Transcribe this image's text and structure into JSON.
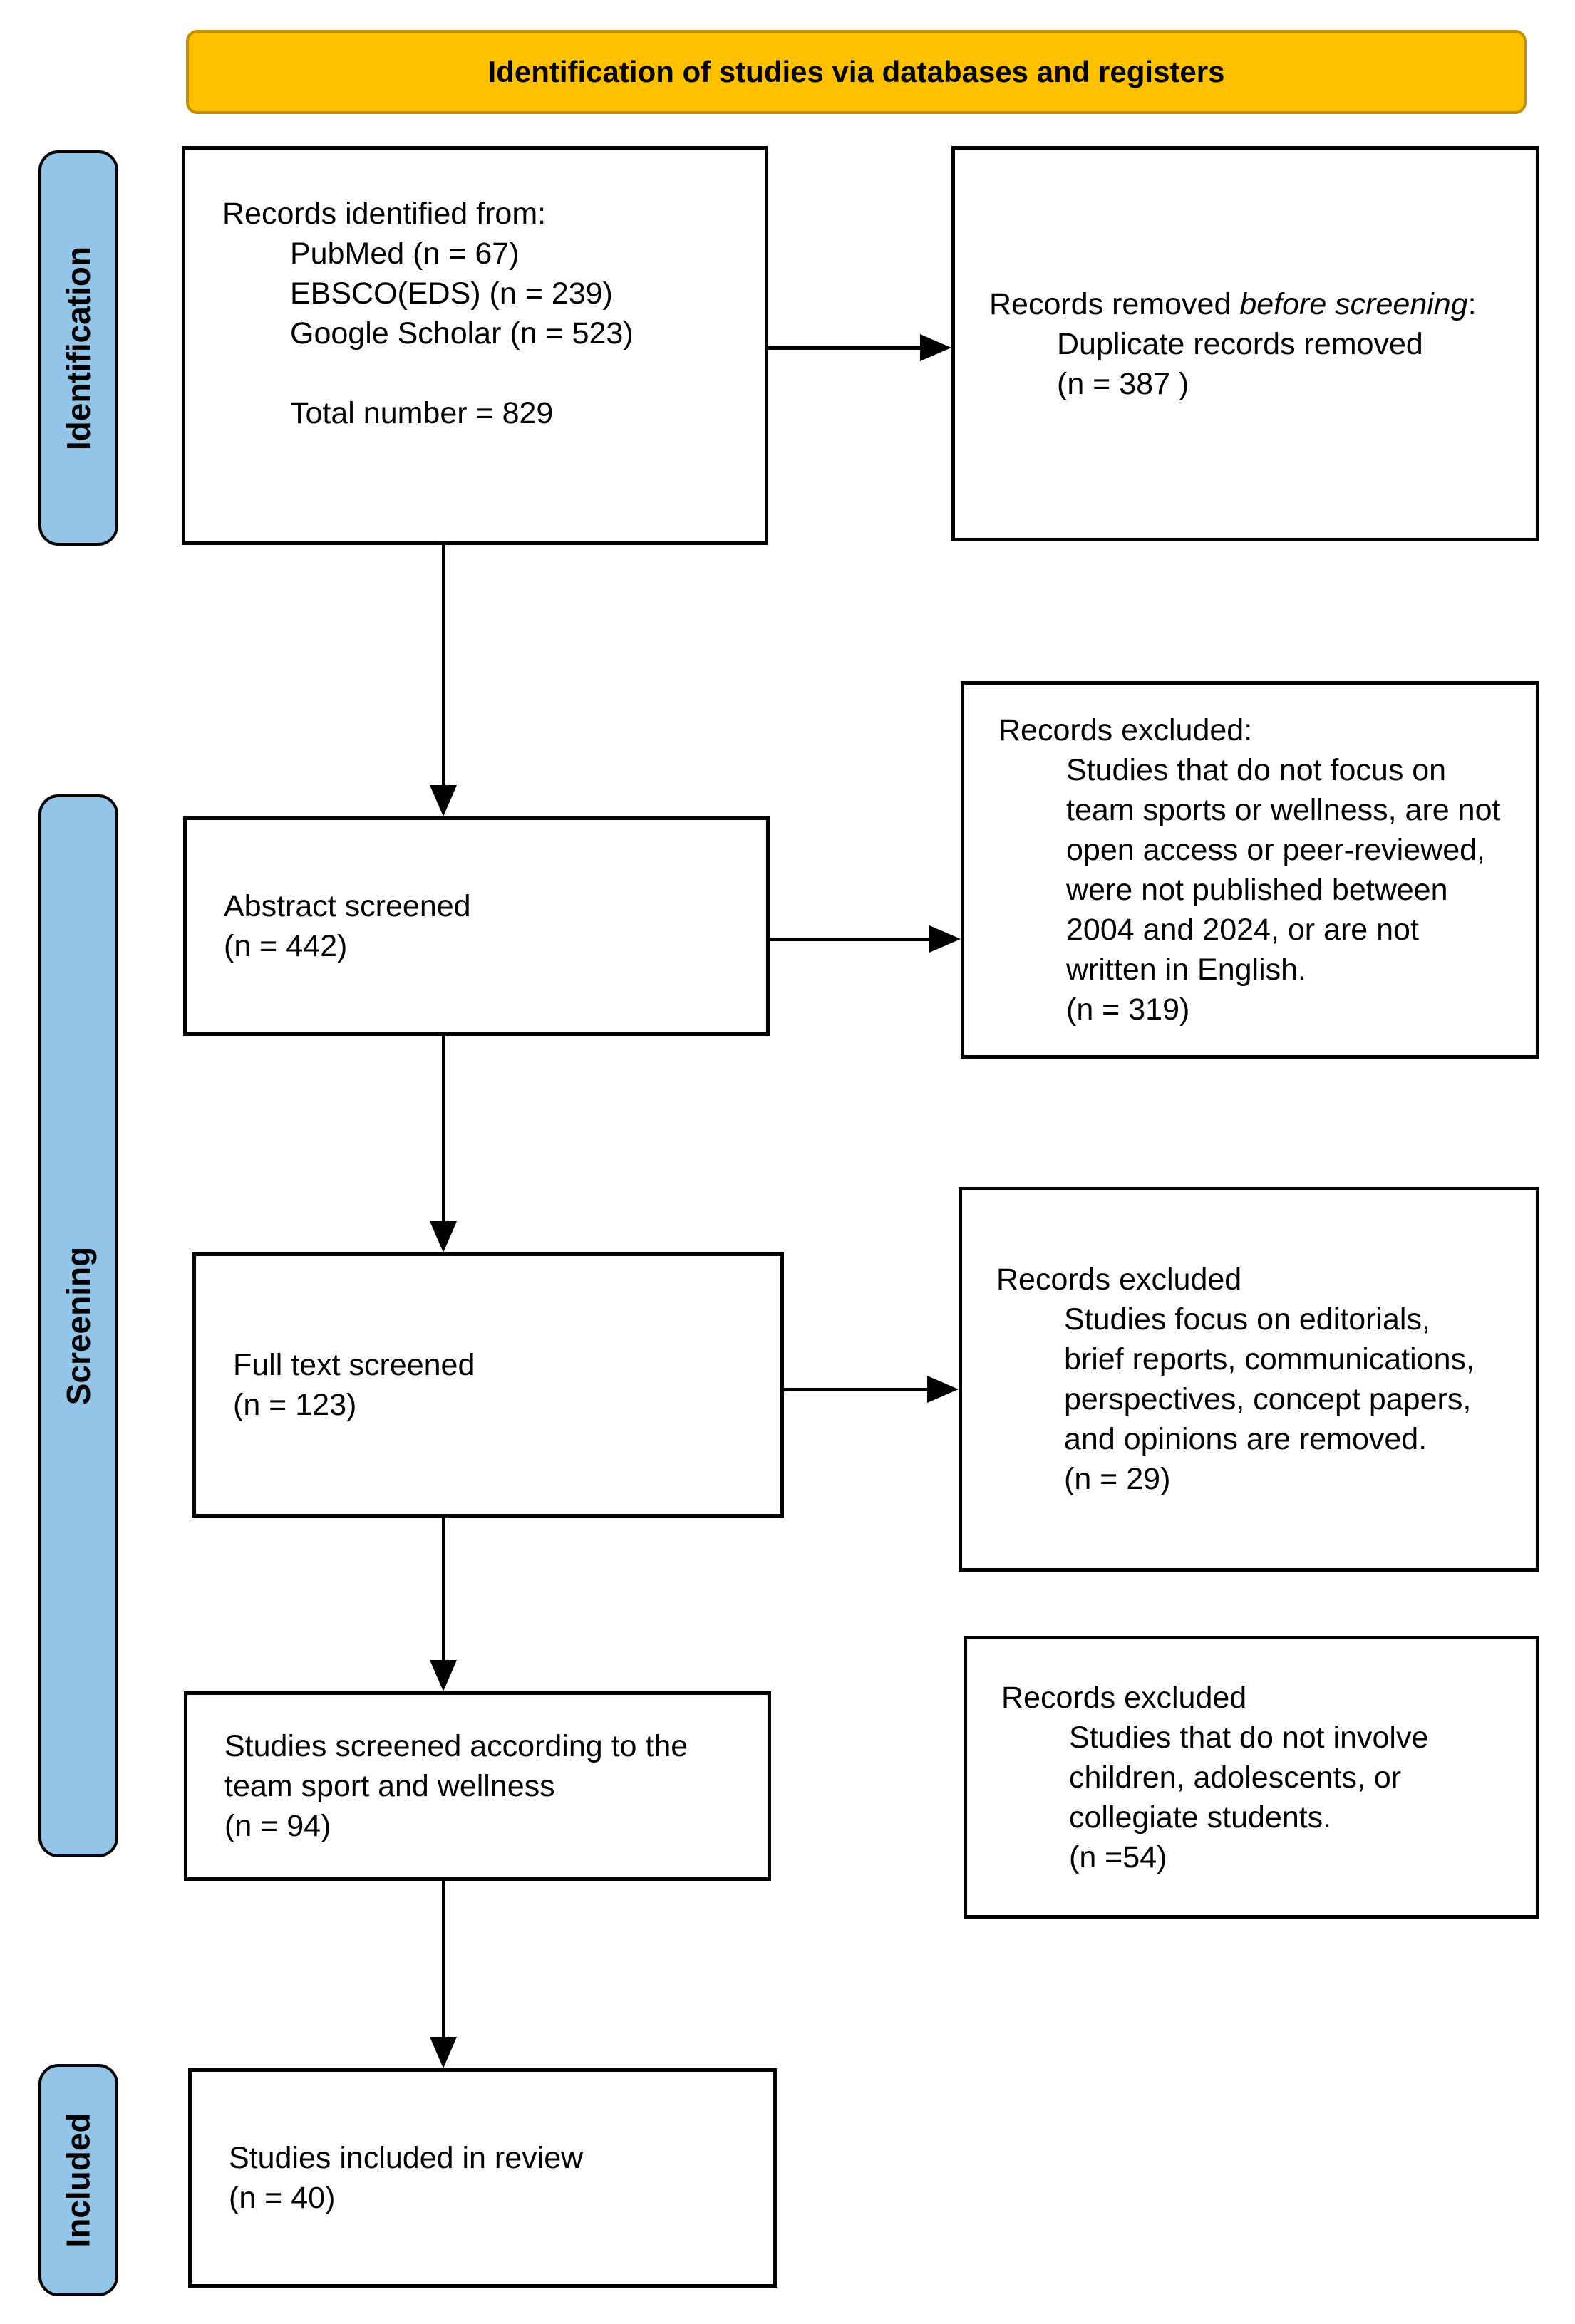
{
  "banner": {
    "label": "Identification of studies via databases and registers"
  },
  "stages": {
    "identification": "Identification",
    "screening": "Screening",
    "included": "Included"
  },
  "boxes": {
    "records_identified": {
      "title": "Records identified from:",
      "items": [
        "PubMed (n = 67)",
        "EBSCO(EDS) (n = 239)",
        "Google Scholar (n = 523)"
      ],
      "total": "Total number = 829"
    },
    "abstract_screened": {
      "line1": "Abstract screened",
      "line2": "(n = 442)"
    },
    "full_text_screened": {
      "line1": "Full text screened",
      "line2": "(n = 123)"
    },
    "studies_screened": {
      "text": "Studies screened according to the team sport and wellness",
      "count": "(n = 94)"
    },
    "studies_included": {
      "line1": "Studies included in review",
      "line2": "(n = 40)"
    }
  },
  "side_boxes": {
    "removed_before_screening": {
      "title_normal": "Records removed ",
      "title_italic": "before screening",
      "title_colon": ":",
      "detail": "Duplicate records removed",
      "count": "(n = 387 )"
    },
    "excluded_abstract": {
      "title": "Records excluded:",
      "detail": "Studies that do not focus on team sports or wellness, are not open access or peer-reviewed, were not published between 2004 and 2024, or are not written in English.",
      "count": "(n = 319)"
    },
    "excluded_fulltext": {
      "title": "Records excluded",
      "detail": "Studies focus on editorials, brief reports, communications, perspectives, concept papers, and opinions are removed.",
      "count": "(n = 29)"
    },
    "excluded_population": {
      "title": "Records excluded",
      "detail": "Studies that do not involve children, adolescents, or collegiate students.",
      "count": "(n =54)"
    }
  },
  "colors": {
    "banner_fill": "#FFC000",
    "banner_border": "#BF9000",
    "stage_fill": "#92C5E8",
    "line_color": "#000000"
  }
}
